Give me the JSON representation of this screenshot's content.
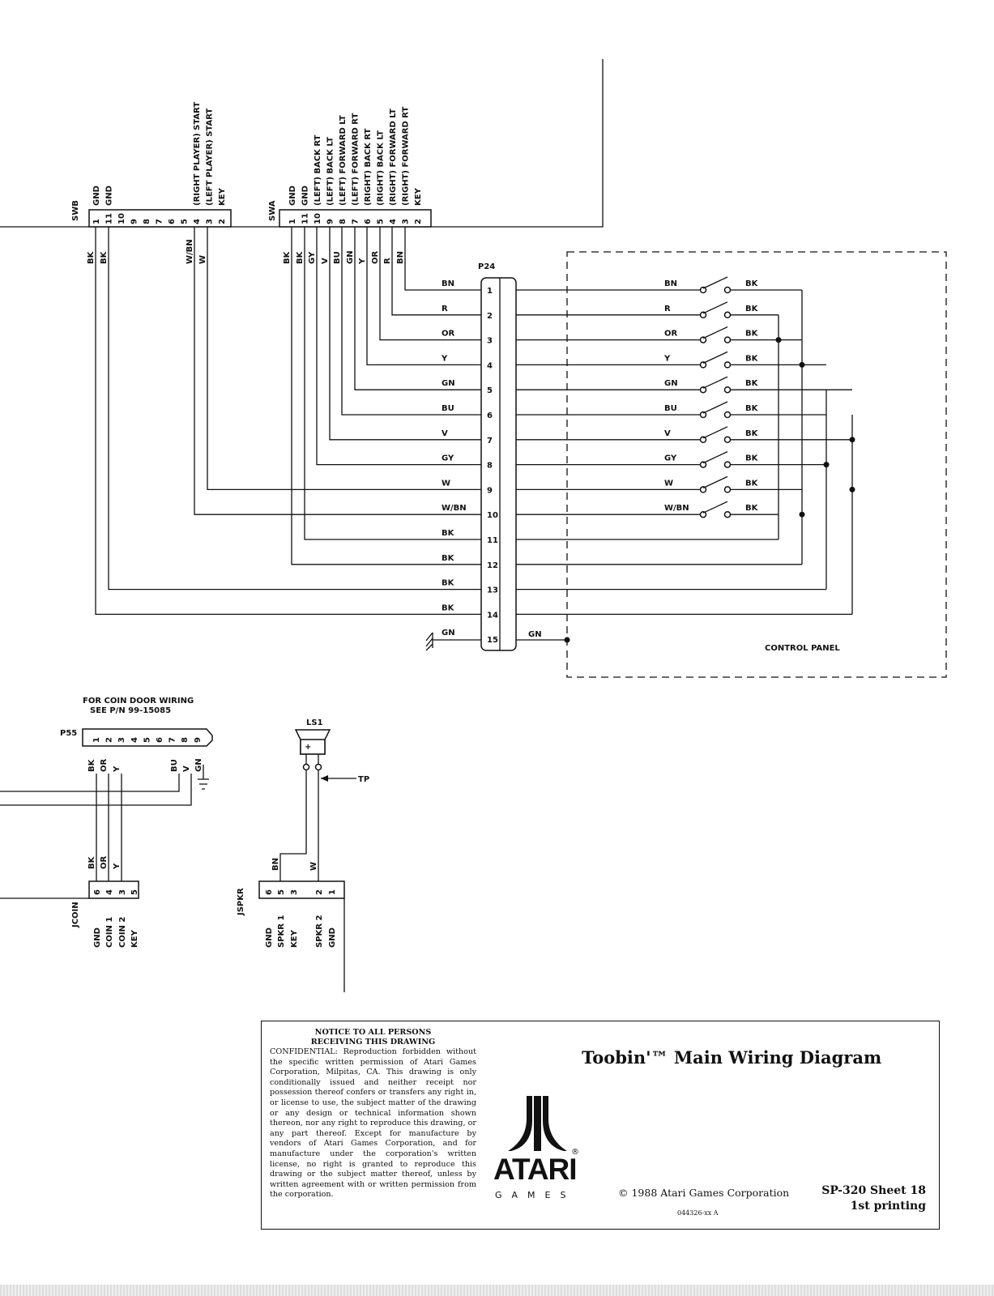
{
  "diagram": {
    "swb": {
      "name": "SWB",
      "pins": [
        "1",
        "11",
        "10",
        "9",
        "8",
        "7",
        "6",
        "5",
        "4",
        "3",
        "2"
      ],
      "functions": [
        "GND",
        "GND",
        "",
        "",
        "",
        "",
        "",
        "",
        "(RIGHT PLAYER) START",
        "(LEFT PLAYER) START",
        "KEY"
      ],
      "wires": [
        "BK",
        "BK",
        "W/BN",
        "W"
      ]
    },
    "swa": {
      "name": "SWA",
      "pins": [
        "1",
        "11",
        "10",
        "9",
        "8",
        "7",
        "6",
        "5",
        "4",
        "3",
        "2"
      ],
      "functions": [
        "GND",
        "GND",
        "(LEFT) BACK RT",
        "(LEFT) BACK LT",
        "(LEFT) FORWARD LT",
        "(LEFT) FORWARD RT",
        "(RIGHT) BACK RT",
        "(RIGHT) BACK LT",
        "(RIGHT) FORWARD LT",
        "(RIGHT) FORWARD RT",
        "KEY"
      ],
      "wires": [
        "BK",
        "BK",
        "GY",
        "V",
        "BU",
        "GN",
        "Y",
        "OR",
        "R",
        "BN"
      ]
    },
    "p24": {
      "name": "P24",
      "pins": [
        "1",
        "2",
        "3",
        "4",
        "5",
        "6",
        "7",
        "8",
        "9",
        "10",
        "11",
        "12",
        "13",
        "14",
        "15"
      ],
      "wires": [
        "BN",
        "R",
        "OR",
        "Y",
        "GN",
        "BU",
        "V",
        "GY",
        "W",
        "W/BN",
        "BK",
        "BK",
        "BK",
        "BK",
        "GN"
      ],
      "out_wire": "GN"
    },
    "control_panel": {
      "label": "CONTROL PANEL",
      "switch_in": [
        "BN",
        "R",
        "OR",
        "Y",
        "GN",
        "BU",
        "V",
        "GY",
        "W",
        "W/BN"
      ],
      "switch_out": [
        "BK",
        "BK",
        "BK",
        "BK",
        "BK",
        "BK",
        "BK",
        "BK",
        "BK",
        "BK"
      ]
    },
    "coin_note": [
      "FOR COIN DOOR WIRING",
      "SEE P/N 99-15085"
    ],
    "p55": {
      "name": "P55",
      "pins": [
        "1",
        "2",
        "3",
        "4",
        "5",
        "6",
        "7",
        "8",
        "9"
      ],
      "wires": [
        "BK",
        "OR",
        "Y",
        "BU",
        "V",
        "GN"
      ]
    },
    "jcoin": {
      "name": "JCOIN",
      "pins": [
        "6",
        "4",
        "3",
        "5"
      ],
      "functions": [
        "GND",
        "COIN 1",
        "COIN 2",
        "KEY"
      ],
      "wires": [
        "BK",
        "OR",
        "Y"
      ]
    },
    "ls1": {
      "name": "LS1",
      "tp": "TP",
      "plus": "+"
    },
    "jspkr": {
      "name": "JSPKR",
      "pins": [
        "6",
        "5",
        "3",
        "2",
        "1"
      ],
      "functions": [
        "GND",
        "SPKR 1",
        "KEY",
        "SPKR 2",
        "GND"
      ],
      "wires": [
        "BN",
        "W"
      ]
    }
  },
  "title_block": {
    "notice_title": [
      "NOTICE TO ALL PERSONS",
      "RECEIVING THIS DRAWING"
    ],
    "notice_body": "CONFIDENTIAL: Reproduction forbidden without the specific written permission of Atari Games Corporation, Milpitas, CA. This drawing is only conditionally issued and neither receipt nor possession thereof confers or transfers any right in, or license to use, the subject matter of the drawing or any design or technical information shown thereon, nor any right to reproduce this drawing, or any part thereof. Except for manufacture by vendors of Atari Games Corporation, and for manufacture under the corporation's written license, no right is granted to reproduce this drawing or the subject matter thereof, unless by written agreement with or written permission from the corporation.",
    "title": "Toobin'™ Main Wiring Diagram",
    "logo_word": "ATARI",
    "logo_reg": "®",
    "logo_sub": "GAMES",
    "copyright": "© 1988 Atari Games Corporation",
    "doc_number": "044326-xx A",
    "sheet": "SP-320  Sheet 18",
    "printing": "1st printing"
  }
}
